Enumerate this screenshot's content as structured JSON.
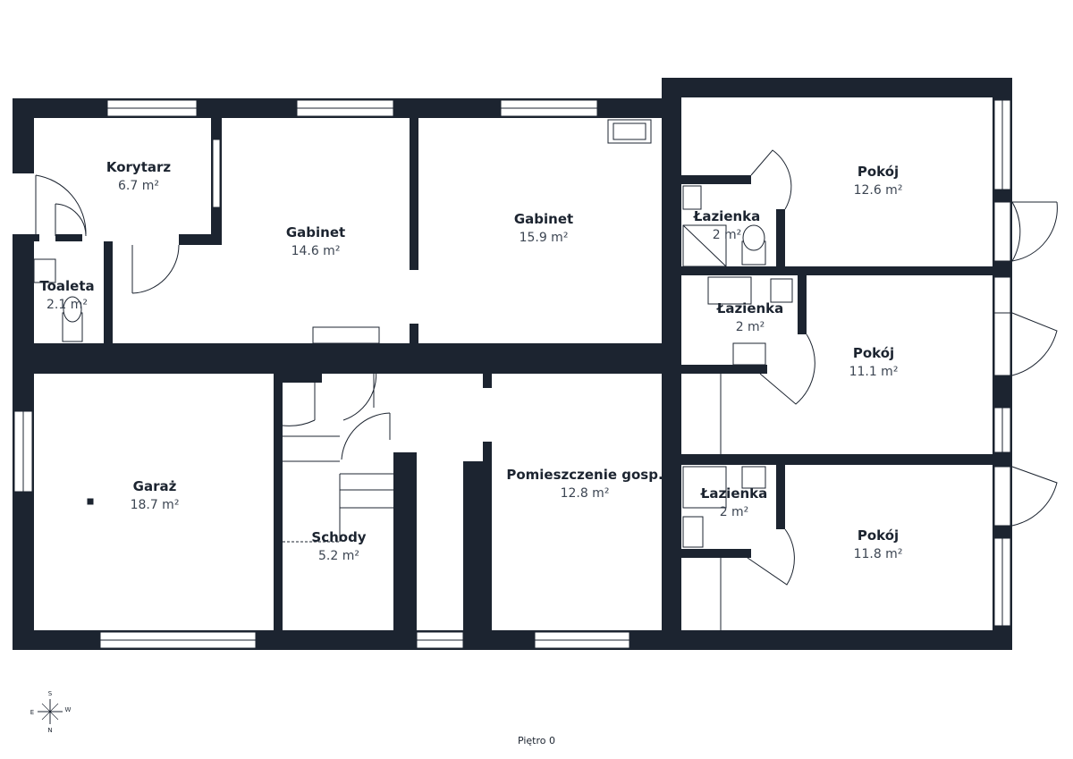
{
  "floor_label": "Piętro 0",
  "rooms": [
    {
      "name": "Korytarz",
      "area": "6.7 m²"
    },
    {
      "name": "Gabinet",
      "area": "14.6 m²"
    },
    {
      "name": "Gabinet",
      "area": "15.9 m²"
    },
    {
      "name": "Pokój",
      "area": "12.6 m²"
    },
    {
      "name": "Łazienka",
      "area": "2 m²"
    },
    {
      "name": "Toaleta",
      "area": "2.1 m²"
    },
    {
      "name": "Łazienka",
      "area": "2 m²"
    },
    {
      "name": "Pokój",
      "area": "11.1 m²"
    },
    {
      "name": "Garaż",
      "area": "18.7 m²"
    },
    {
      "name": "Pomieszczenie gosp.",
      "area": "12.8 m²"
    },
    {
      "name": "Łazienka",
      "area": "2 m²"
    },
    {
      "name": "Schody",
      "area": "5.2 m²"
    },
    {
      "name": "Pokój",
      "area": "11.8 m²"
    }
  ],
  "compass": {
    "n": "N",
    "s": "S",
    "e": "E",
    "w": "W"
  },
  "colors": {
    "wall": "#1c2430",
    "window": "#ffffff",
    "fixture_stroke": "#1c2430",
    "text_area": "#3c4552"
  }
}
